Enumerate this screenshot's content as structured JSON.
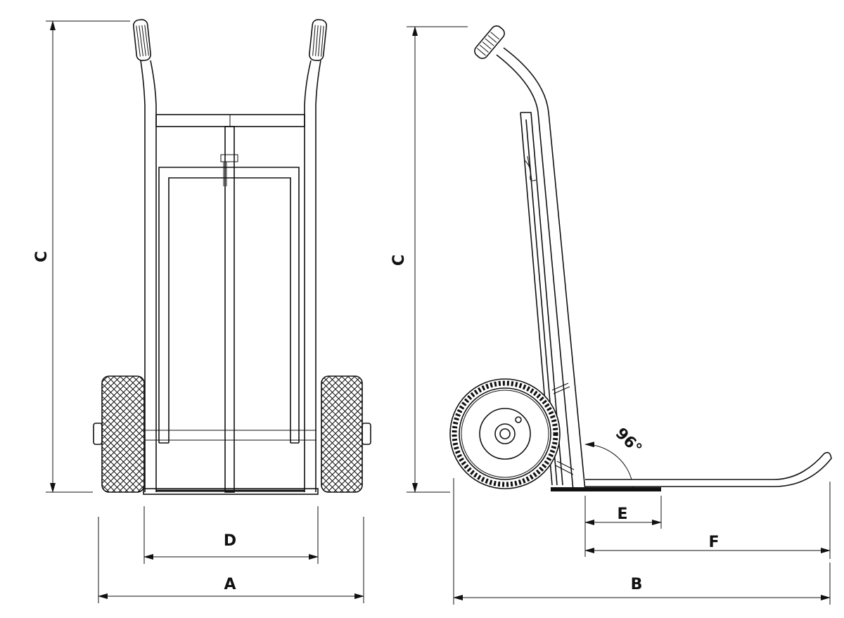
{
  "drawing": {
    "front_view": {
      "height_label": "C",
      "wheel_track_label": "D",
      "overall_width_label": "A"
    },
    "side_view": {
      "height_label": "C",
      "toe_plate_depth_label": "E",
      "nose_length_label": "F",
      "overall_depth_label": "B",
      "angle_label": "96°"
    }
  },
  "colors": {
    "line": "#111111",
    "background": "#ffffff"
  }
}
